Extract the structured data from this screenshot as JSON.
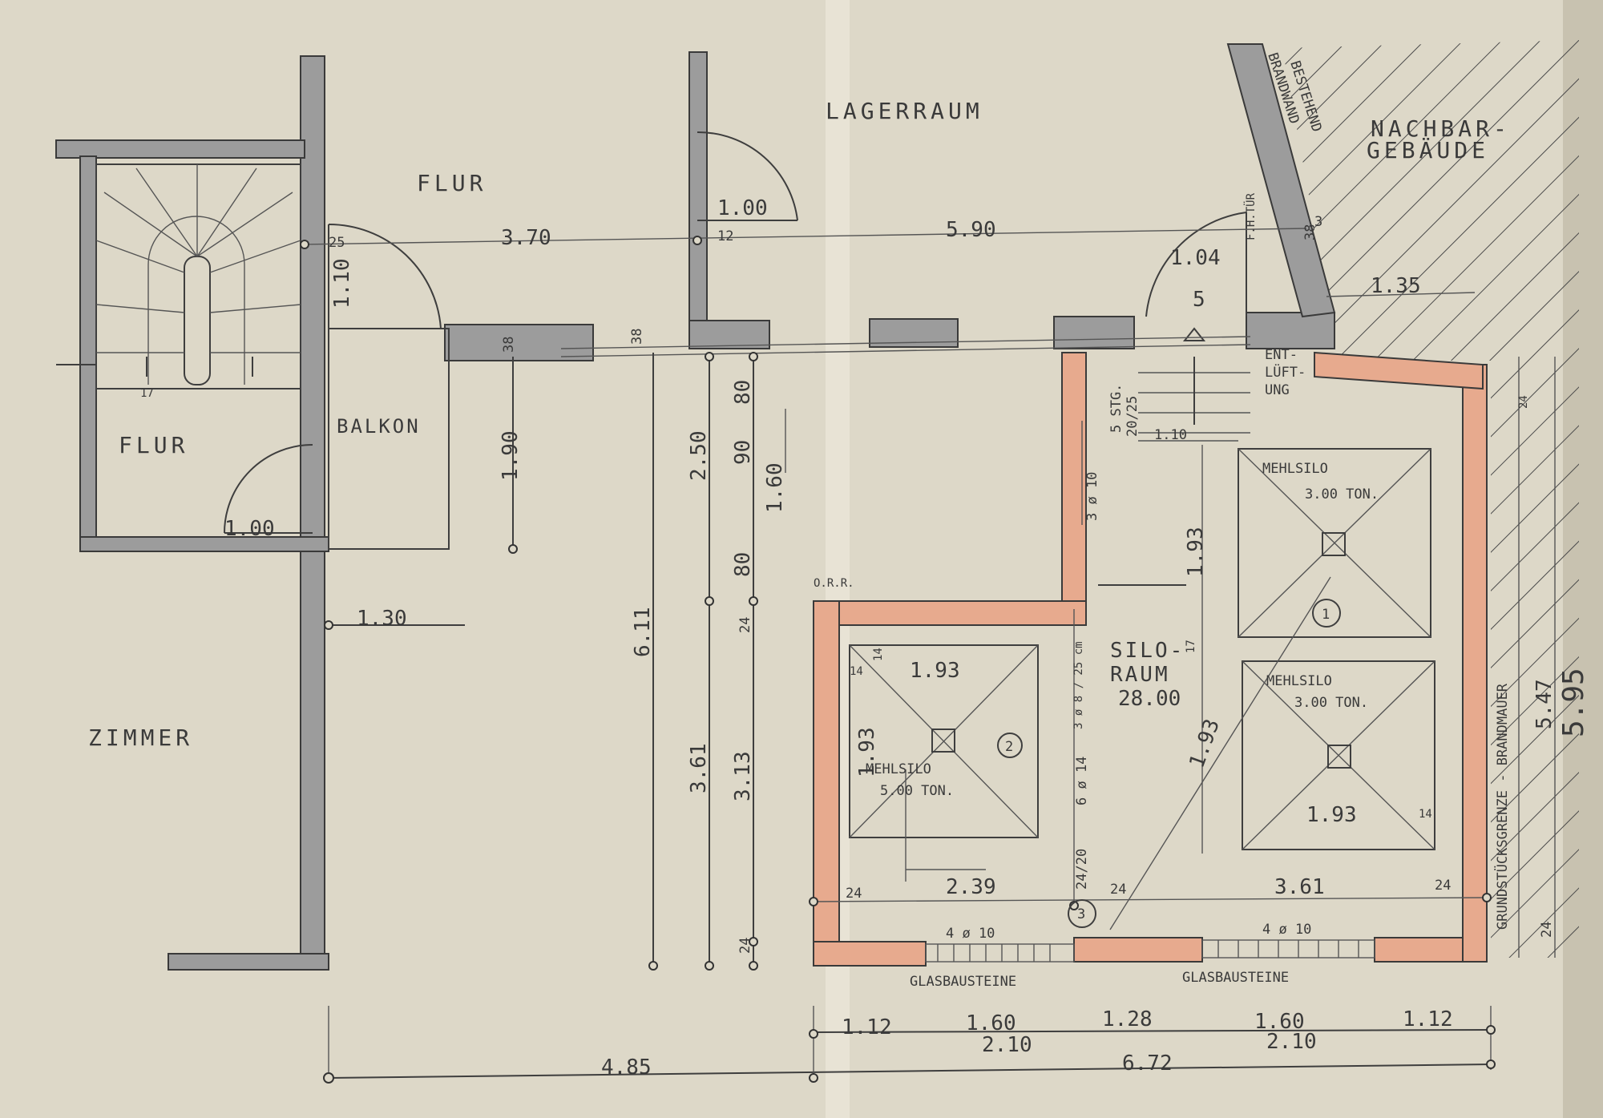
{
  "rooms": {
    "lagerraum": "LAGERRAUM",
    "flur_top": "FLUR",
    "flur_left": "FLUR",
    "balkon": "BALKON",
    "zimmer": "ZIMMER",
    "nachbar_1": "NACHBAR-",
    "nachbar_2": "GEBÄUDE",
    "silo_raum_1": "SILO-",
    "silo_raum_2": "RAUM",
    "silo_raum_area": "28.00",
    "brandwand_diag": "BRANDWAND",
    "bestehend_diag": "BESTEHEND",
    "grundstuecksgrenze": "GRUNDSTÜCKSGRENZE - BRANDMAUER",
    "entlueftung_1": "ENT-",
    "entlueftung_2": "LÜFT-",
    "entlueftung_3": "UNG",
    "glasbausteine_left": "GLASBAUSTEINE",
    "glasbausteine_right": "GLASBAUSTEINE",
    "orr": "O.R.R.",
    "fh_tuer": "F.H.TÜR",
    "stair_steps": "5 STG.",
    "stair_size": "20/25",
    "stair_count": "5"
  },
  "silos": [
    {
      "label": "MEHLSILO",
      "capacity": "5.00 TON.",
      "number": "2",
      "size": "1.93"
    },
    {
      "label": "MEHLSILO",
      "capacity": "3.00 TON.",
      "number": "1"
    },
    {
      "label": "MEHLSILO",
      "capacity": "3.00 TON.",
      "size": "1.93"
    }
  ],
  "dims": {
    "d_370": "3.70",
    "d_590": "5.90",
    "d_25": "25",
    "d_12": "12",
    "d_100_top": "1.00",
    "d_110_door": "1.10",
    "d_104": "1.04",
    "d_38a": "38",
    "d_38b": "38",
    "d_38c": "38",
    "d_190": "1.90",
    "d_130": "1.30",
    "d_100_balkon": "1.00",
    "d_17": "17",
    "d_611": "6.11",
    "d_250": "2.50",
    "d_361_v": "3.61",
    "d_313": "3.13",
    "d_80a": "80",
    "d_90": "90",
    "d_80b": "80",
    "d_24a": "24",
    "d_24b": "24",
    "d_160_v": "1.60",
    "d_110_stair": "1.10",
    "d_193_v": "1.93",
    "d_193_vb": "1.93",
    "d_193_s2v": "1.93",
    "d_3610": "3 ø 10",
    "d_308": "3 ø 8 / 25 cm",
    "d_614": "6 ø 14",
    "d_2420": "24/20",
    "d_239": "2.39",
    "d_361_h": "3.61",
    "d_24c": "24",
    "d_24d": "24",
    "d_24e": "24",
    "d_14a": "14",
    "d_14b": "14",
    "d_14c": "14",
    "d_17b": "17",
    "d_4010a": "4 ø 10",
    "d_4010b": "4 ø 10",
    "d_112a": "1.12",
    "d_160a": "1.60",
    "d_128": "1.28",
    "d_160b": "1.60",
    "d_112b": "1.12",
    "d_210a": "2.10",
    "d_210b": "2.10",
    "d_485": "4.85",
    "d_672": "6.72",
    "d_135": "1.35",
    "d_595": "5.95",
    "d_547": "5.47",
    "d_24f": "24",
    "d_3b": "3",
    "d_24g": "24"
  },
  "markers": {
    "m3": "3"
  },
  "colors": {
    "paper": "#ddd8c8",
    "wall": "#9c9c9c",
    "new_wall": "#e7aa8e",
    "ink": "#3e3e3e"
  }
}
